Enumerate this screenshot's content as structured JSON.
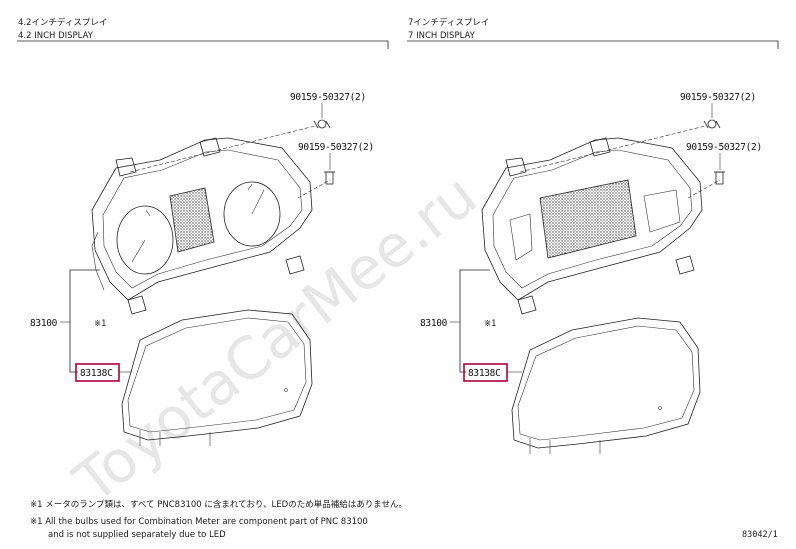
{
  "watermark": "ToyotaCarMee.ru",
  "panels": [
    {
      "title_jp": "4.2インチディスプレイ",
      "title_en": "4.2 INCH DISPLAY",
      "callouts": {
        "bolt_top": "90159-50327(2)",
        "bolt_right": "90159-50327(2)",
        "meter_assy": "83100",
        "note_mark": "※1",
        "glass": "83138C"
      }
    },
    {
      "title_jp": "7インチディスプレイ",
      "title_en": "7 INCH DISPLAY",
      "callouts": {
        "bolt_top": "90159-50327(2)",
        "bolt_right": "90159-50327(2)",
        "meter_assy": "83100",
        "note_mark": "※1",
        "glass": "83138C"
      }
    }
  ],
  "footnotes": {
    "jp": "※1 メータのランプ類は、すべて PNC83100 に含まれており、LEDのため単品補給はありません。",
    "en_line1": "※1 All the bulbs used for Combination Meter are component part of PNC 83100",
    "en_line2": "and is not supplied separately due to LED"
  },
  "page_code": "83042/1",
  "colors": {
    "highlight_box": "#b0003a",
    "line": "#222222",
    "watermark": "#e6e6e6"
  }
}
